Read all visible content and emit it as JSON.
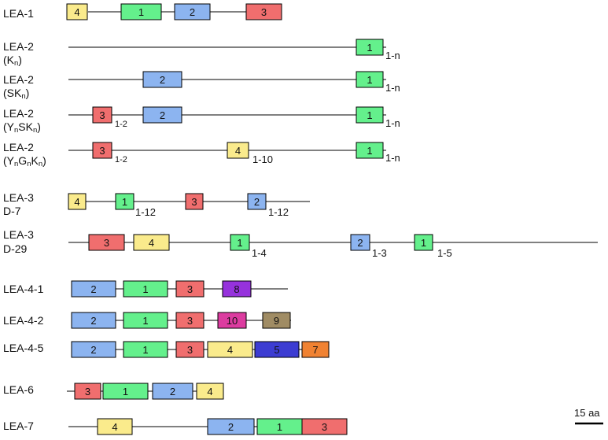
{
  "colors": {
    "motif_1": "#64f08c",
    "motif_2": "#8cb4f0",
    "motif_3": "#f06e6e",
    "motif_4": "#faeb8c",
    "motif_5": "#3c3cd2",
    "motif_7": "#f08232",
    "motif_8": "#9632dc",
    "motif_9": "#a08c64",
    "motif_10": "#dc3ca0",
    "line": "#000000"
  },
  "scale_bar": {
    "label": "15 aa"
  },
  "rows": [
    {
      "id": "lea-1",
      "label": [
        {
          "t": "LEA-1"
        }
      ],
      "motifs": [
        {
          "n": "4"
        },
        {
          "n": "1"
        },
        {
          "n": "2"
        },
        {
          "n": "3"
        }
      ],
      "annotations": []
    },
    {
      "id": "lea-2-kn",
      "label": [
        {
          "t": "LEA-2"
        },
        {
          "t": "(K"
        },
        {
          "t": "n",
          "sub": true
        },
        {
          "t": ")"
        }
      ],
      "motifs": [
        {
          "n": "1"
        }
      ],
      "annotations": [
        {
          "t": "1-n"
        }
      ]
    },
    {
      "id": "lea-2-skn",
      "label": [
        {
          "t": "LEA-2"
        },
        {
          "t": "(SK"
        },
        {
          "t": "n",
          "sub": true
        },
        {
          "t": ")"
        }
      ],
      "motifs": [
        {
          "n": "2"
        },
        {
          "n": "1"
        }
      ],
      "annotations": [
        {
          "t": "1-n"
        }
      ]
    },
    {
      "id": "lea-2-ynskn",
      "label": [
        {
          "t": "LEA-2"
        },
        {
          "t": "(Y"
        },
        {
          "t": "n",
          "sub": true
        },
        {
          "t": "SK"
        },
        {
          "t": "n",
          "sub": true
        },
        {
          "t": ")"
        }
      ],
      "motifs": [
        {
          "n": "3"
        },
        {
          "n": "2"
        },
        {
          "n": "1"
        }
      ],
      "annotations": [
        {
          "t": "1-2"
        },
        {
          "t": "1-n"
        }
      ]
    },
    {
      "id": "lea-2-yngnkn",
      "label": [
        {
          "t": "LEA-2"
        },
        {
          "t": "(Y"
        },
        {
          "t": "n",
          "sub": true
        },
        {
          "t": "G"
        },
        {
          "t": "n",
          "sub": true
        },
        {
          "t": "K"
        },
        {
          "t": "n",
          "sub": true
        },
        {
          "t": ")"
        }
      ],
      "motifs": [
        {
          "n": "3"
        },
        {
          "n": "4"
        },
        {
          "n": "1"
        }
      ],
      "annotations": [
        {
          "t": "1-2"
        },
        {
          "t": "1-10"
        },
        {
          "t": "1-n"
        }
      ]
    },
    {
      "id": "lea-3-d7",
      "label": [
        {
          "t": "LEA-3"
        },
        {
          "t": "D-7"
        }
      ],
      "motifs": [
        {
          "n": "4"
        },
        {
          "n": "1"
        },
        {
          "n": "3"
        },
        {
          "n": "2"
        }
      ],
      "annotations": [
        {
          "t": "1-12"
        },
        {
          "t": "1-12"
        }
      ]
    },
    {
      "id": "lea-3-d29",
      "label": [
        {
          "t": "LEA-3"
        },
        {
          "t": "D-29"
        }
      ],
      "motifs": [
        {
          "n": "3"
        },
        {
          "n": "4"
        },
        {
          "n": "1"
        },
        {
          "n": "2"
        },
        {
          "n": "1"
        }
      ],
      "annotations": [
        {
          "t": "1-4"
        },
        {
          "t": "1-3"
        },
        {
          "t": "1-5"
        }
      ]
    },
    {
      "id": "lea-4-1",
      "label": [
        {
          "t": "LEA-4-1"
        }
      ],
      "motifs": [
        {
          "n": "2"
        },
        {
          "n": "1"
        },
        {
          "n": "3"
        },
        {
          "n": "8"
        }
      ],
      "annotations": []
    },
    {
      "id": "lea-4-2",
      "label": [
        {
          "t": "LEA-4-2"
        }
      ],
      "motifs": [
        {
          "n": "2"
        },
        {
          "n": "1"
        },
        {
          "n": "3"
        },
        {
          "n": "10"
        },
        {
          "n": "9"
        }
      ],
      "annotations": []
    },
    {
      "id": "lea-4-5",
      "label": [
        {
          "t": "LEA-4-5"
        }
      ],
      "motifs": [
        {
          "n": "2"
        },
        {
          "n": "1"
        },
        {
          "n": "3"
        },
        {
          "n": "4"
        },
        {
          "n": "5"
        },
        {
          "n": "7"
        }
      ],
      "annotations": []
    },
    {
      "id": "lea-6",
      "label": [
        {
          "t": "LEA-6"
        }
      ],
      "motifs": [
        {
          "n": "3"
        },
        {
          "n": "1"
        },
        {
          "n": "2"
        },
        {
          "n": "4"
        }
      ],
      "annotations": []
    },
    {
      "id": "lea-7",
      "label": [
        {
          "t": "LEA-7"
        }
      ],
      "motifs": [
        {
          "n": "4"
        },
        {
          "n": "2"
        },
        {
          "n": "1"
        },
        {
          "n": "3"
        }
      ],
      "annotations": []
    }
  ]
}
